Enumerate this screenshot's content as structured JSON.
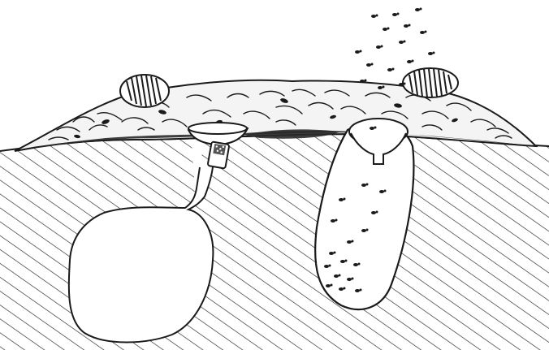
{
  "figure": {
    "text": [],
    "colors": {
      "ink": "#1a1a1a",
      "paper": "#ffffff",
      "hatch": "#222222",
      "organic": "#2a2a2a"
    },
    "elements": [
      "soil-hatching",
      "ground-surface-line",
      "leaf-litter-mound",
      "stone-left",
      "stone-right",
      "pitfall-container-left",
      "pitfall-container-right",
      "specimen-vial",
      "collection-bag",
      "collected-insects",
      "flying-insects"
    ]
  }
}
